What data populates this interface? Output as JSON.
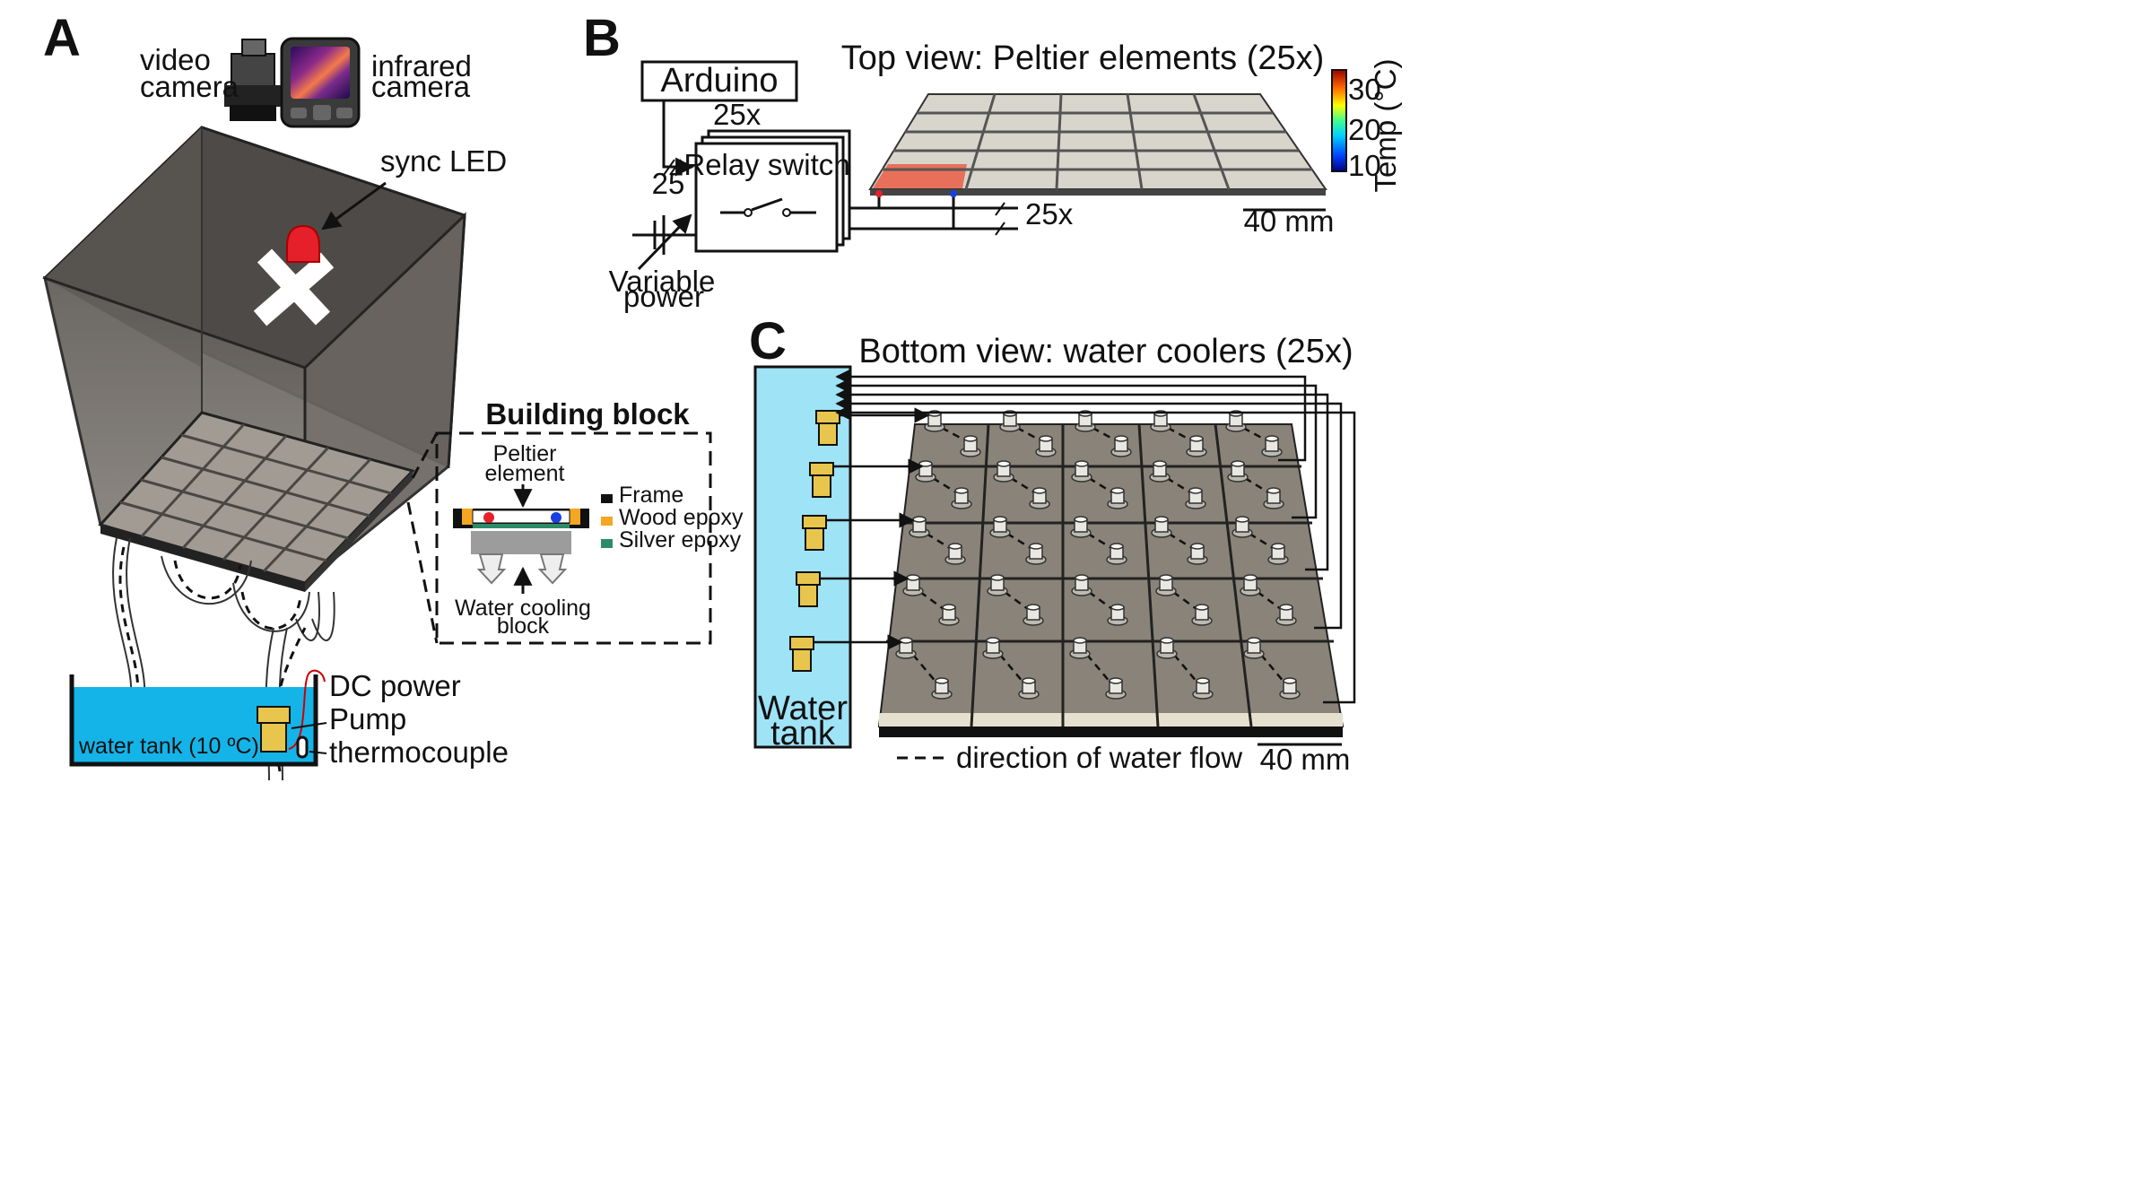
{
  "panels": {
    "a": {
      "letter": "A",
      "video_camera": [
        "video",
        "camera"
      ],
      "infrared_camera": [
        "infrared",
        "camera"
      ],
      "sync_led": "sync LED",
      "dc_power": "DC power",
      "pump": "Pump",
      "thermocouple": "thermocouple",
      "water_tank": "water tank (10 ºC)",
      "building_block": {
        "title": "Building block",
        "peltier": [
          "Peltier",
          "element"
        ],
        "cooling": [
          "Water cooling",
          "block"
        ],
        "legend": [
          {
            "label": "Frame",
            "color": "#111111"
          },
          {
            "label": "Wood epoxy",
            "color": "#f5a623"
          },
          {
            "label": "Silver epoxy",
            "color": "#2e8b6a"
          }
        ]
      }
    },
    "b": {
      "letter": "B",
      "arduino": "Arduino",
      "relay_count": "25x",
      "relay_switch": "Relay switch",
      "bus_count": "25",
      "variable_power": [
        "Variable",
        "power"
      ],
      "output_count": "25x",
      "title": "Top view: Peltier elements (25x)",
      "scale": "40 mm",
      "colorbar": {
        "label": "Temp (°C)",
        "ticks": [
          "30",
          "20",
          "10"
        ],
        "range": [
          10,
          35
        ]
      }
    },
    "c": {
      "letter": "C",
      "title": "Bottom view: water coolers (25x)",
      "water_tank": [
        "Water",
        "tank"
      ],
      "flow_legend": "direction of water flow",
      "scale": "40 mm"
    }
  },
  "colors": {
    "water": "#14b4e8",
    "water_tank_panel_c": "#9fe3f7",
    "box_fill": "#5e5a55",
    "tile": "#9a958d",
    "pump": "#e8c64e",
    "heated_tile": "#e8705a",
    "led": "#e5202a"
  }
}
